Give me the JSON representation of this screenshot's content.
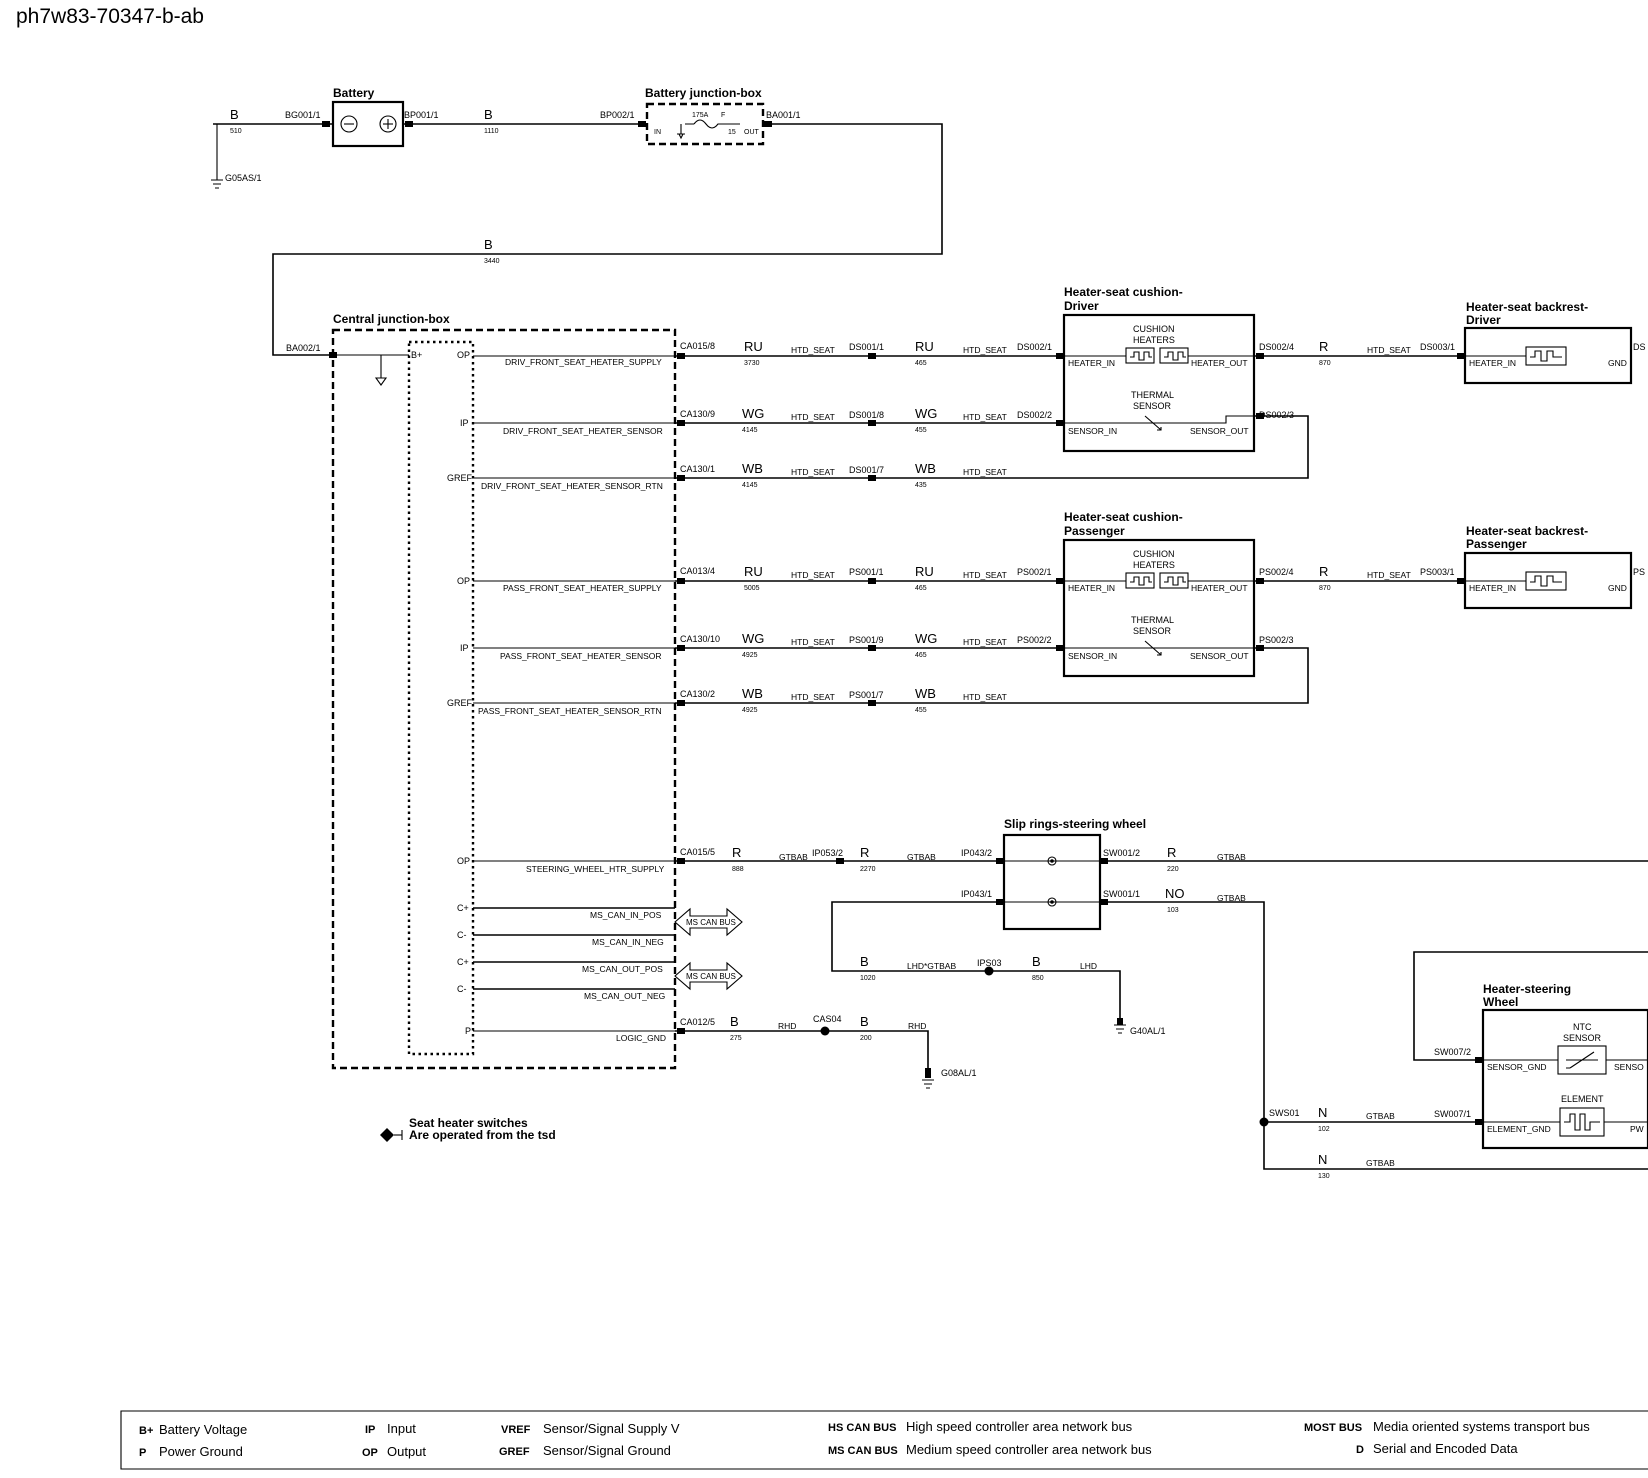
{
  "page_title": "ph7w83-70347-b-ab",
  "components": {
    "battery": "Battery",
    "battery_jb": "Battery junction-box",
    "central_jb": "Central junction-box",
    "cushion_driver": [
      "Heater-seat cushion-",
      "Driver"
    ],
    "backrest_driver": [
      "Heater-seat backrest-",
      "Driver"
    ],
    "cushion_passenger": [
      "Heater-seat cushion-",
      "Passenger"
    ],
    "backrest_passenger": [
      "Heater-seat backrest-",
      "Passenger"
    ],
    "slip_rings": "Slip rings-steering wheel",
    "heater_steering": [
      "Heater-steering",
      "Wheel"
    ]
  },
  "inner_labels": {
    "cushion_heaters": [
      "CUSHION",
      "HEATERS"
    ],
    "thermal_sensor": [
      "THERMAL",
      "SENSOR"
    ],
    "ntc_sensor": [
      "NTC",
      "SENSOR"
    ],
    "element": "ELEMENT",
    "heater_in": "HEATER_IN",
    "heater_out": "HEATER_OUT",
    "sensor_in": "SENSOR_IN",
    "sensor_out": "SENSOR_OUT",
    "gnd": "GND",
    "sensor_gnd": "SENSOR_GND",
    "sensor_trunc": "SENSO",
    "element_gnd": "ELEMENT_GND",
    "pw_trunc": "PW",
    "fuse_rating": "175A",
    "fuse_type": "F",
    "fuse_in": "IN",
    "fuse_num": "15",
    "fuse_out": "OUT",
    "ds_trunc": "DS",
    "ps_trunc": "PS"
  },
  "connectors": {
    "BG001": "BG001/1",
    "BP001": "BP001/1",
    "BP002": "BP002/1",
    "BA001": "BA001/1",
    "G05AS": "G05AS/1",
    "BA002": "BA002/1",
    "CA015_8": "CA015/8",
    "DS001_1": "DS001/1",
    "DS002_1": "DS002/1",
    "DS002_4": "DS002/4",
    "DS003_1": "DS003/1",
    "CA130_9": "CA130/9",
    "DS001_8": "DS001/8",
    "DS002_2": "DS002/2",
    "DS002_3": "DS002/3",
    "CA130_1": "CA130/1",
    "DS001_7": "DS001/7",
    "CA013_4": "CA013/4",
    "PS001_1": "PS001/1",
    "PS002_1": "PS002/1",
    "PS002_4": "PS002/4",
    "PS003_1": "PS003/1",
    "CA130_10": "CA130/10",
    "PS001_9": "PS001/9",
    "PS002_2": "PS002/2",
    "PS002_3": "PS002/3",
    "CA130_2": "CA130/2",
    "PS001_7": "PS001/7",
    "CA015_5": "CA015/5",
    "IP053_2": "IP053/2",
    "IP043_2": "IP043/2",
    "IP043_1": "IP043/1",
    "SW001_2": "SW001/2",
    "SW001_1": "SW001/1",
    "IPS03": "IPS03",
    "G40AL": "G40AL/1",
    "CA012_5": "CA012/5",
    "CAS04": "CAS04",
    "G08AL": "G08AL/1",
    "SWS01": "SWS01",
    "SW007_2": "SW007/2",
    "SW007_1": "SW007/1"
  },
  "wires": {
    "b510": {
      "color": "B",
      "circuit": "510"
    },
    "b1110": {
      "color": "B",
      "circuit": "1110"
    },
    "b3440": {
      "color": "B",
      "circuit": "3440"
    },
    "ru3730": {
      "color": "RU",
      "circuit": "3730"
    },
    "ru465": {
      "color": "RU",
      "circuit": "465"
    },
    "r870a": {
      "color": "R",
      "circuit": "870"
    },
    "wg4145": {
      "color": "WG",
      "circuit": "4145"
    },
    "wg455": {
      "color": "WG",
      "circuit": "455"
    },
    "wb4145": {
      "color": "WB",
      "circuit": "4145"
    },
    "wb435": {
      "color": "WB",
      "circuit": "435"
    },
    "ru5005": {
      "color": "RU",
      "circuit": "5005"
    },
    "ru465b": {
      "color": "RU",
      "circuit": "465"
    },
    "r870b": {
      "color": "R",
      "circuit": "870"
    },
    "wg4925": {
      "color": "WG",
      "circuit": "4925"
    },
    "wg455b": {
      "color": "WG",
      "circuit": "465"
    },
    "wb4925": {
      "color": "WB",
      "circuit": "4925"
    },
    "wb455": {
      "color": "WB",
      "circuit": "455"
    },
    "r888": {
      "color": "R",
      "circuit": "888"
    },
    "r2270": {
      "color": "R",
      "circuit": "2270"
    },
    "r220": {
      "color": "R",
      "circuit": "220"
    },
    "no103": {
      "color": "NO",
      "circuit": "103"
    },
    "b1020": {
      "color": "B",
      "circuit": "1020"
    },
    "b850": {
      "color": "B",
      "circuit": "850"
    },
    "b275": {
      "color": "B",
      "circuit": "275"
    },
    "b200": {
      "color": "B",
      "circuit": "200"
    },
    "n102": {
      "color": "N",
      "circuit": "102"
    },
    "n130": {
      "color": "N",
      "circuit": "130"
    }
  },
  "tags": {
    "htd_seat": "HTD_SEAT",
    "gtbab": "GTBAB",
    "lhd_gtbab": "LHD*GTBAB",
    "lhd": "LHD",
    "rhd": "RHD"
  },
  "cjb_pins": {
    "b_plus": "B+",
    "op": "OP",
    "ip": "IP",
    "gref": "GREF",
    "c_plus": "C+",
    "c_minus": "C-",
    "p": "P"
  },
  "signals": {
    "drv_supply": "DRIV_FRONT_SEAT_HEATER_SUPPLY",
    "drv_sensor": "DRIV_FRONT_SEAT_HEATER_SENSOR",
    "drv_rtn": "DRIV_FRONT_SEAT_HEATER_SENSOR_RTN",
    "pass_supply": "PASS_FRONT_SEAT_HEATER_SUPPLY",
    "pass_sensor": "PASS_FRONT_SEAT_HEATER_SENSOR",
    "pass_rtn": "PASS_FRONT_SEAT_HEATER_SENSOR_RTN",
    "sw_supply": "STEERING_WHEEL_HTR_SUPPLY",
    "can_in_pos": "MS_CAN_IN_POS",
    "can_in_neg": "MS_CAN_IN_NEG",
    "can_out_pos": "MS_CAN_OUT_POS",
    "can_out_neg": "MS_CAN_OUT_NEG",
    "logic_gnd": "LOGIC_GND",
    "ms_can_bus": "MS CAN BUS"
  },
  "note": [
    "Seat heater switches",
    "Are operated from the tsd"
  ],
  "legend": [
    {
      "abbr": "B+",
      "text": "Battery Voltage"
    },
    {
      "abbr": "P",
      "text": "Power Ground"
    },
    {
      "abbr": "IP",
      "text": "Input"
    },
    {
      "abbr": "OP",
      "text": "Output"
    },
    {
      "abbr": "VREF",
      "text": "Sensor/Signal Supply V"
    },
    {
      "abbr": "GREF",
      "text": "Sensor/Signal Ground"
    },
    {
      "abbr": "HS CAN BUS",
      "text": "High speed controller area network bus"
    },
    {
      "abbr": "MS CAN BUS",
      "text": "Medium speed controller area network bus"
    },
    {
      "abbr": "MOST BUS",
      "text": "Media oriented systems transport bus"
    },
    {
      "abbr": "D",
      "text": "Serial and Encoded Data"
    }
  ]
}
